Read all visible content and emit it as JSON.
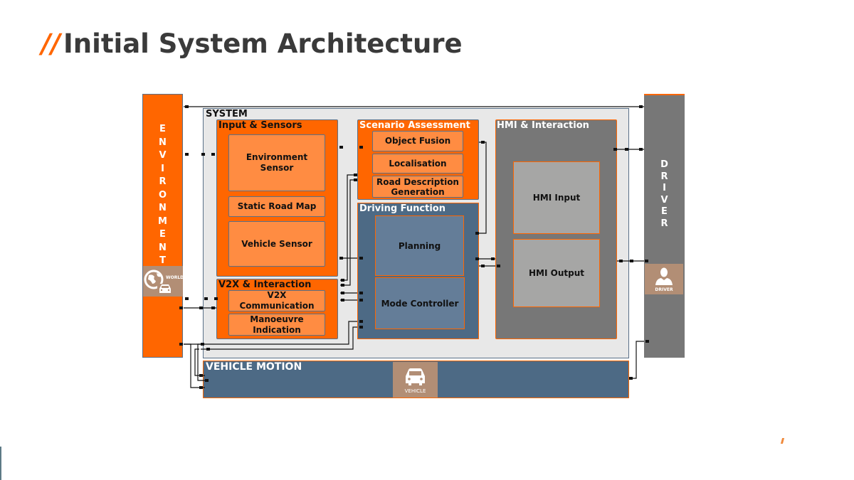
{
  "page": {
    "title_prefix": "//",
    "title": "Initial System Architecture"
  },
  "colors": {
    "accent": "#ff6600",
    "light_orange": "#ff8c42",
    "blue_grey": "#4d6a85",
    "blue_grey_light": "#647d98",
    "grey": "#777777",
    "light_grey": "#a6a6a5",
    "system_bg": "#e8e8e8",
    "badge_tan": "#b28e75"
  },
  "diagram": {
    "environment": {
      "letters": [
        "E",
        "N",
        "V",
        "I",
        "R",
        "O",
        "N",
        "M",
        "E",
        "N",
        "T"
      ],
      "badge_label": "WORLD",
      "badge_icon": "globe-car-icon"
    },
    "driver": {
      "letters": [
        "D",
        "R",
        "I",
        "V",
        "E",
        "R"
      ],
      "badge_label": "DRIVER",
      "badge_icon": "person-icon"
    },
    "system": {
      "label": "SYSTEM",
      "groups": {
        "input_sensors": {
          "label": "Input & Sensors",
          "components": [
            "Environment Sensor",
            "Static Road Map",
            "Vehicle Sensor"
          ]
        },
        "v2x": {
          "label": "V2X & Interaction",
          "components": [
            "V2X Communication",
            "Manoeuvre Indication"
          ]
        },
        "scenario": {
          "label": "Scenario Assessment",
          "components": [
            "Object Fusion",
            "Localisation",
            "Road Description Generation"
          ]
        },
        "driving": {
          "label": "Driving Function",
          "components": [
            "Planning",
            "Mode Controller"
          ]
        },
        "hmi": {
          "label": "HMI & Interaction",
          "components": [
            "HMI Input",
            "HMI Output"
          ]
        }
      }
    },
    "vehicle_motion": {
      "label": "VEHICLE MOTION",
      "badge_label": "VEHICLE",
      "badge_icon": "car-icon"
    }
  }
}
